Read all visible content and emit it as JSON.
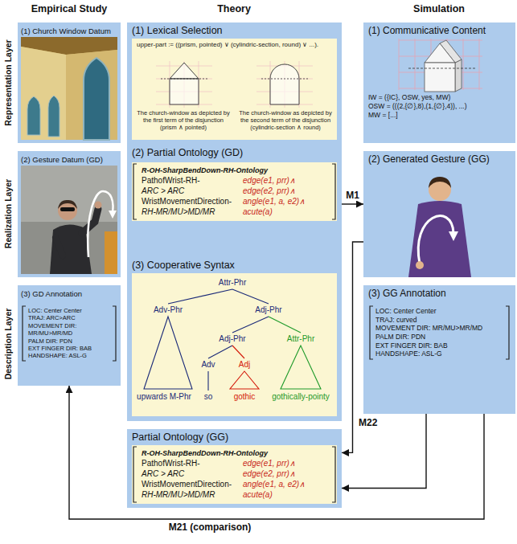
{
  "diagram": {
    "nodes": [
      {
        "text": [
          "(1) Church Window Datum"
        ]
      },
      {
        "text": [
          "(2) Gesture Datum (GD)"
        ]
      },
      {
        "text": [
          "(3) GD Annotation",
          "LOC: Center Center",
          "TRAJ: ARC>ARC",
          "MOVEMENT DIR: MR/MU>MR/MD",
          "PALM DIR: PDN",
          "EXT FINGER DIR: BAB",
          "HANDSHAPE: ASL-G"
        ]
      },
      {
        "text": [
          "(1) Lexical Selection"
        ]
      },
      {
        "text": [
          "upper-part := ((prism, pointed) ∨ (cylindric-section, round) ∨ ...).",
          "The church-window as depicted by the first term of the disjunction (prism ∧ pointed)",
          "The church-window as depicted by the second term of the disjunction (cylindric-section ∧ round)"
        ],
        "in": 3
      },
      {
        "text": [
          "(2) Partial Ontology (GD)"
        ]
      },
      {
        "text": [
          "R-OH-SharpBendDown-RH-Ontology",
          "PathofWrist-RH-",
          "edge(e1, prr)∧",
          "ARC > ARC",
          "edge(e2, prr)∧",
          "WristMovementDirection-",
          "angle(e1, a, e2)∧",
          "RH-MR/MU>MD/MR",
          "acute(a)"
        ],
        "in": 5
      },
      {
        "text": [
          "(3) Cooperative Syntax"
        ]
      },
      {
        "text": [
          "Attr-Phr",
          "Adv-Phr",
          "Adj-Phr",
          "Adj-Phr",
          "Attr-Phr",
          "Adv",
          "Adj",
          "upwards M-Phr",
          "so",
          "gothic",
          "gothically-pointy"
        ],
        "in": 7
      },
      {
        "text": [
          "(1) Communicative Content",
          "IW = ({IC}, OSW, yes, MW)",
          "OSW = (((2,{∅},8),(1,{∅},4)), ...)",
          "MW = [...]"
        ]
      },
      {
        "text": [
          "(2) Generated Gesture (GG)"
        ]
      },
      {
        "text": [
          "(3) GG Annotation",
          "LOC: Center Center",
          "TRAJ: curved",
          "MOVEMENT DIR: MR/MU>MR/MD",
          "PALM DIR: PDN",
          "EXT FINGER DIR: BAB",
          "HANDSHAPE: ASL-G"
        ]
      },
      {
        "text": [
          "Partial Ontology (GG)"
        ]
      },
      {
        "text": [
          "R-OH-SharpBendDown-RH-Ontology",
          "PathofWrist-RH-",
          "edge(e1, prr)∧",
          "ARC > ARC",
          "edge(e2, prr)∧",
          "WristMovementDirection-",
          "angle(e1, a, e2)∧",
          "RH-MR/MU>MD/MR",
          "acute(a)"
        ],
        "in": 12
      }
    ],
    "edges": [
      {
        "from": 5,
        "to": 10,
        "arrow": "to",
        "label": "M1"
      },
      {
        "from": 10,
        "to": 12,
        "arrow": "to"
      },
      {
        "from": 11,
        "to": 12,
        "arrow": "to",
        "label": "M22"
      },
      {
        "from": 11,
        "to": 2,
        "arrow": "to",
        "label": "M21 (comparison)"
      }
    ],
    "labels": [
      "Empirical Study",
      "Theory",
      "Simulation",
      "Representation Layer",
      "Realization Layer",
      "Description Layer"
    ]
  }
}
